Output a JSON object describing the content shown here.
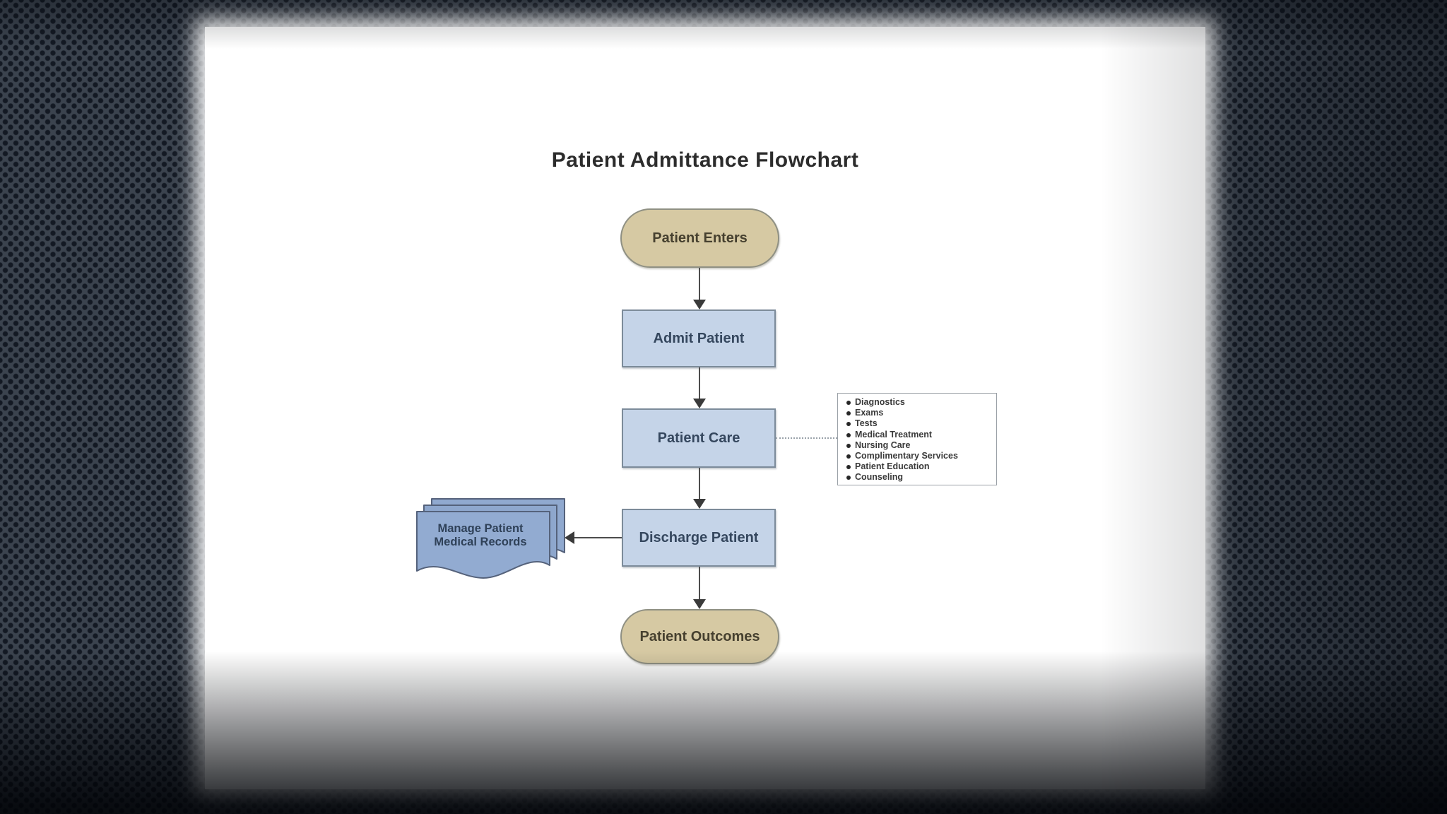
{
  "slide": {
    "title": "Patient Admittance Flowchart"
  },
  "flowchart": {
    "nodes": {
      "enters": {
        "label": "Patient Enters",
        "shape": "terminator"
      },
      "admit": {
        "label": "Admit Patient",
        "shape": "process"
      },
      "care": {
        "label": "Patient Care",
        "shape": "process"
      },
      "discharge": {
        "label": "Discharge Patient",
        "shape": "process"
      },
      "outcomes": {
        "label": "Patient Outcomes",
        "shape": "terminator"
      },
      "records": {
        "line1": "Manage Patient",
        "line2": "Medical Records",
        "shape": "multidocument"
      }
    },
    "care_services": {
      "items": [
        "Diagnostics",
        "Exams",
        "Tests",
        "Medical Treatment",
        "Nursing Care",
        "Complimentary Services",
        "Patient Education",
        "Counseling"
      ]
    }
  },
  "colors": {
    "background": "#3b434e",
    "background_dot": "#131923",
    "terminator_fill": "#d6c9a3",
    "terminator_border": "#8f9083",
    "process_fill": "#c5d4e8",
    "process_border": "#7c8b9a",
    "document_fill": "#90a9cf",
    "document_border": "#55627b",
    "connector": "#4d4d4d",
    "arrowhead": "#3a3a3a"
  }
}
